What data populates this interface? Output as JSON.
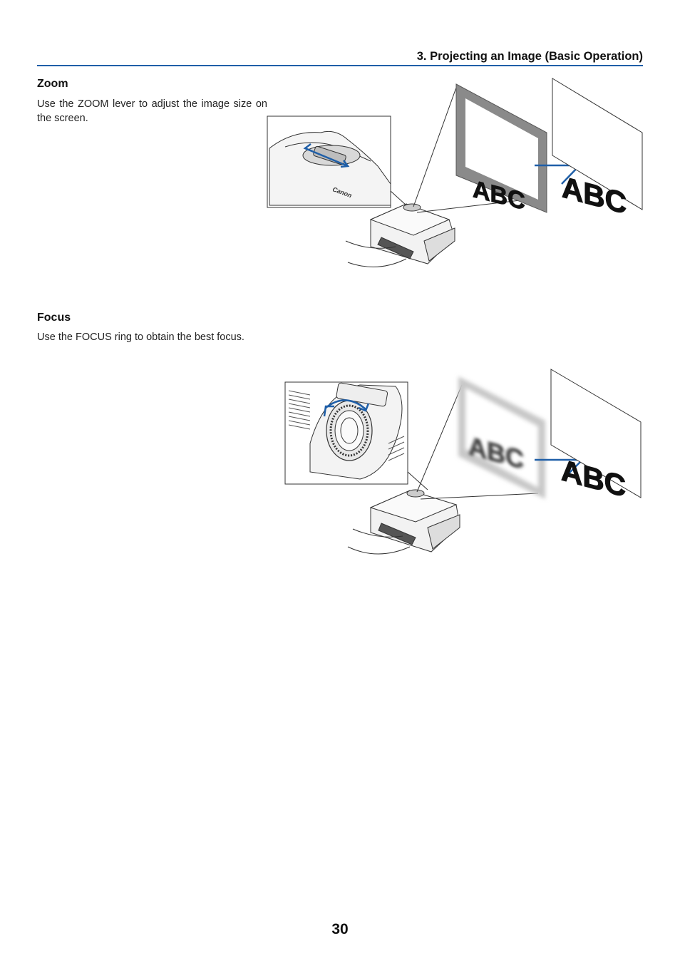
{
  "header": {
    "title": "3. Projecting an Image (Basic Operation)"
  },
  "zoom": {
    "title": "Zoom",
    "text": "Use the ZOOM lever to adjust the image size on the screen.",
    "screen_text_small": "ABC",
    "screen_text_large": "ABC",
    "brand": "Canon"
  },
  "focus": {
    "title": "Focus",
    "text": "Use the FOCUS ring to obtain the best focus.",
    "screen_text_blurred": "ABC",
    "screen_text_sharp": "ABC"
  },
  "page_number": "30",
  "colors": {
    "accent": "#1f5fa8",
    "screen_border": "#8a8a8a"
  }
}
